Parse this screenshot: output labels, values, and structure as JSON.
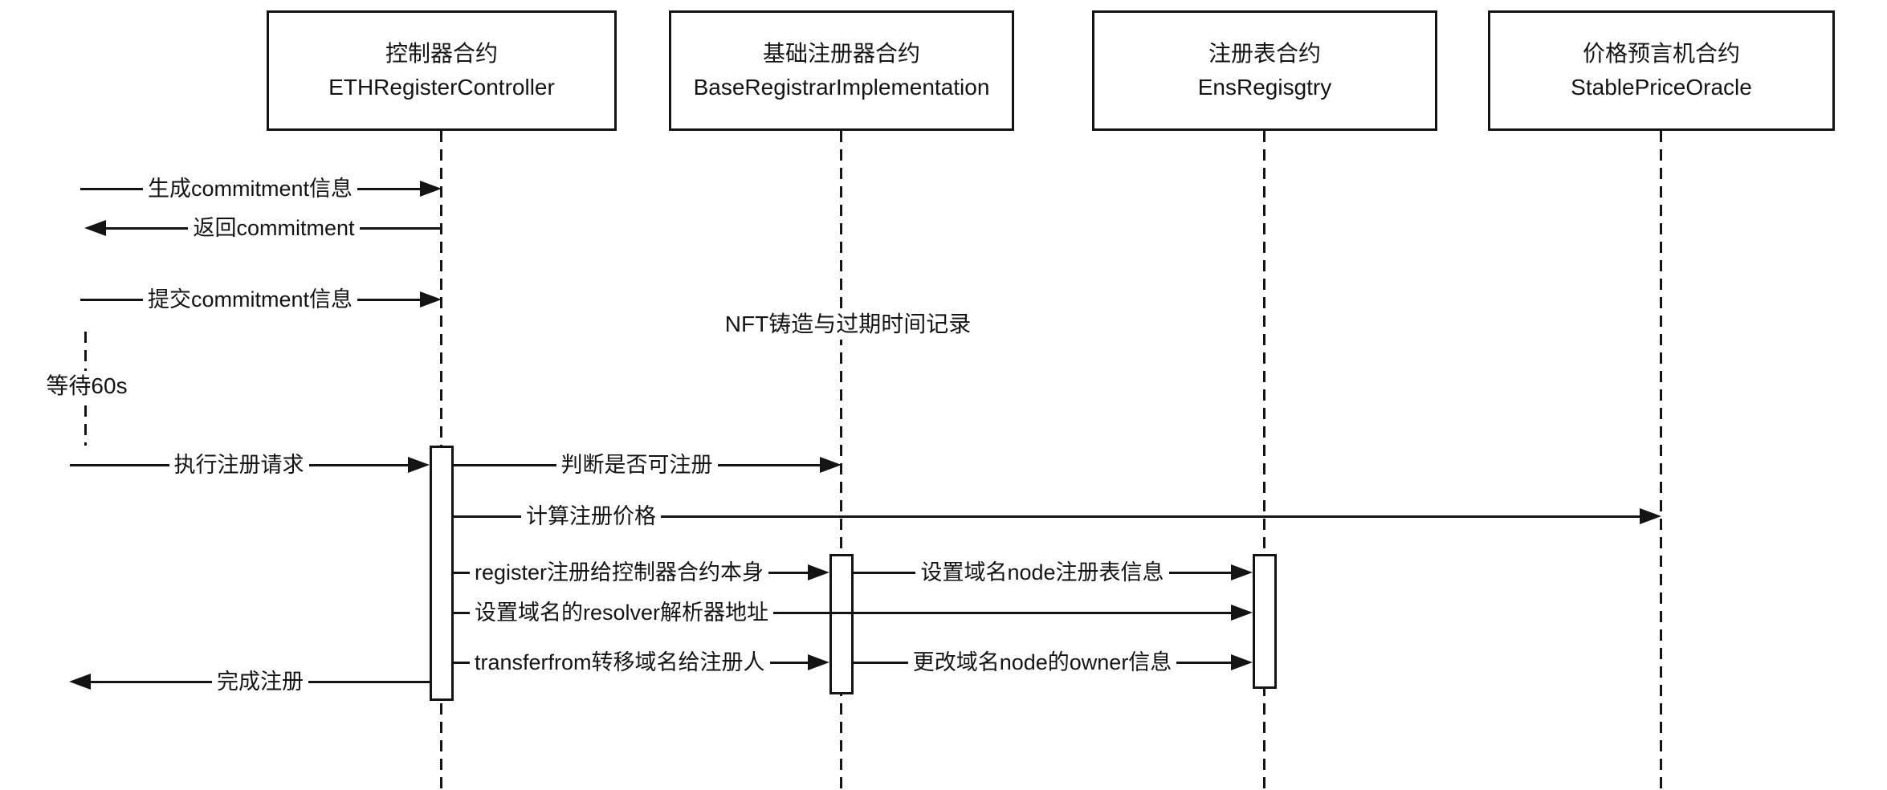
{
  "colors": {
    "ink": "#141414",
    "background": "#ffffff"
  },
  "participants": [
    {
      "title": "控制器合约",
      "subtitle": "ETHRegisterController"
    },
    {
      "title": "基础注册器合约",
      "subtitle": "BaseRegistrarImplementation"
    },
    {
      "title": "注册表合约",
      "subtitle": "EnsRegisgtry"
    },
    {
      "title": "价格预言机合约",
      "subtitle": "StablePriceOracle"
    }
  ],
  "messages": [
    {
      "label": "生成commitment信息",
      "direction": "right"
    },
    {
      "label": "返回commitment",
      "direction": "left"
    },
    {
      "label": "提交commitment信息",
      "direction": "right"
    },
    {
      "label": "执行注册请求",
      "direction": "right"
    },
    {
      "label": "判断是否可注册",
      "direction": "right"
    },
    {
      "label": "计算注册价格",
      "direction": "right"
    },
    {
      "label": "register注册给控制器合约本身",
      "direction": "right"
    },
    {
      "label": "设置域名node注册表信息",
      "direction": "right"
    },
    {
      "label": "设置域名的resolver解析器地址",
      "direction": "right"
    },
    {
      "label": "transferfrom转移域名给注册人",
      "direction": "right"
    },
    {
      "label": "更改域名node的owner信息",
      "direction": "right"
    },
    {
      "label": "完成注册",
      "direction": "left"
    }
  ],
  "annotations": [
    {
      "label": "NFT铸造与过期时间记录"
    },
    {
      "label": "等待60s"
    }
  ]
}
